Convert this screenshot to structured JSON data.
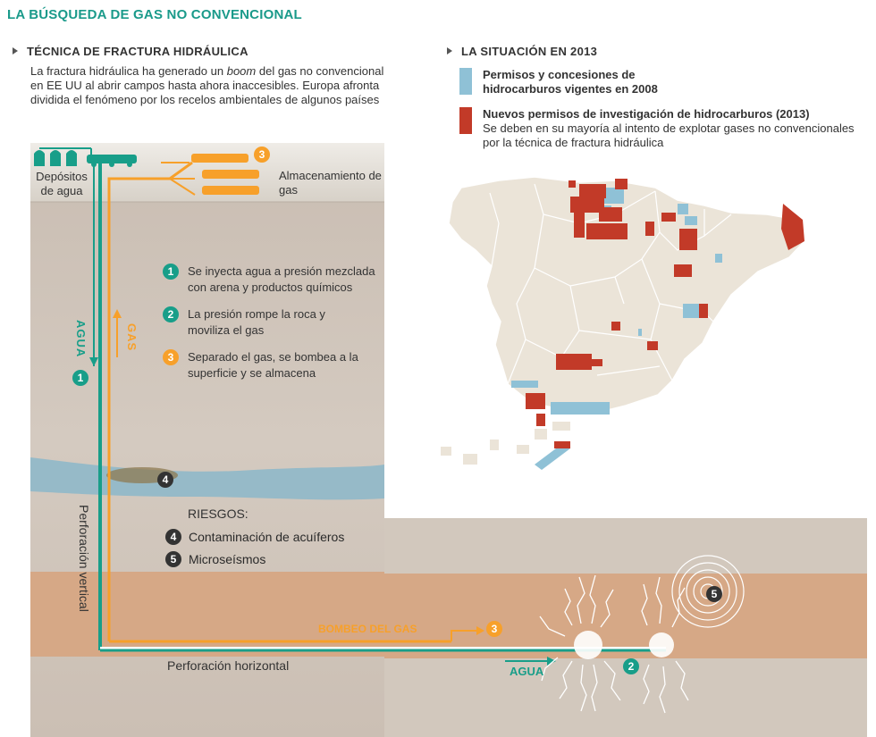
{
  "title": "LA BÚSQUEDA DE GAS NO CONVENCIONAL",
  "technique": {
    "heading": "TÉCNICA DE FRACTURA HIDRÁULICA",
    "intro_before_italic": "La fractura hidráulica ha generado un ",
    "intro_italic": "boom",
    "intro_after_italic": " del gas no convencional en EE UU al abrir campos hasta ahora inaccesibles. Europa afronta dividida el fenómeno por los recelos ambientales de algunos países"
  },
  "diagram": {
    "water_deposits_label": "Depósitos de agua",
    "gas_storage_label": "Almacenamiento de gas",
    "water_vertical_label": "AGUA",
    "gas_vertical_label": "GAS",
    "vertical_drilling_label": "Perforación vertical",
    "horizontal_drilling_label": "Perforación horizontal",
    "gas_pumping_label": "BOMBEO DEL GAS",
    "water_horizontal_label": "AGUA",
    "steps": [
      {
        "num": "1",
        "text": "Se inyecta agua a presión mezclada con arena y productos químicos"
      },
      {
        "num": "2",
        "text": "La presión rompe la roca y moviliza el gas"
      },
      {
        "num": "3",
        "text": "Separado el gas, se bombea a la superficie y se almacena"
      }
    ],
    "risks_heading": "RIESGOS:",
    "risks": [
      {
        "num": "4",
        "text": "Contaminación de acuíferos"
      },
      {
        "num": "5",
        "text": "Microseísmos"
      }
    ],
    "markers": {
      "one": "1",
      "two": "2",
      "three": "3",
      "four": "4",
      "five": "5"
    },
    "colors": {
      "water": "#189e89",
      "gas": "#f7a02a",
      "dark": "#333333"
    }
  },
  "situation": {
    "heading": "LA SITUACIÓN EN 2013",
    "legend": [
      {
        "color": "#8fc1d6",
        "title": "Permisos y concesiones de hidrocarburos vigentes en 2008",
        "desc": ""
      },
      {
        "color": "#c23a28",
        "title": "Nuevos permisos de investigación de hidrocarburos (2013)",
        "desc": "Se deben en su mayoría al intento de explotar gases no convencionales por la técnica de fractura hidráulica"
      }
    ]
  }
}
